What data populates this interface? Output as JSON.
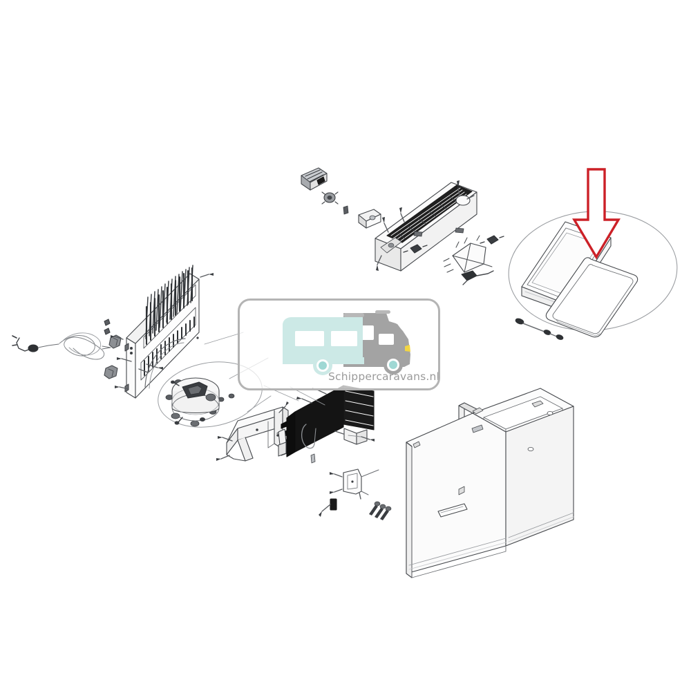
{
  "document": {
    "type": "exploded-parts-diagram",
    "subject": "compressor cool box / refrigerator",
    "background_color": "#ffffff",
    "line_color": "#55585c",
    "dark_fill_color": "#1a1a1a",
    "highlight_color": "#cc2027"
  },
  "watermark": {
    "text": "Schippercaravans.nl",
    "text_color": "#9a9a9a",
    "border_color": "#b4b4b4",
    "caravan_color": "#cce9e6",
    "van_color": "#a3a3a3",
    "window_color": "#ffffff",
    "headlight_color": "#f2d544",
    "wheel_hub_color": "#9fd8d4",
    "panel_background": "rgba(255,255,255,0.72)"
  },
  "callouts": [
    {
      "name": "lid-detail-callout",
      "shape": "ellipse",
      "contents": "two rounded rectangular lid panels with hinge pin",
      "arrow": {
        "name": "highlight-arrow",
        "direction": "down",
        "color": "#cc2027",
        "style": "hollow-outline"
      }
    },
    {
      "name": "compressor-detail-callout",
      "shape": "ellipse",
      "contents": "compressor unit on base plate with mounting grommets",
      "arrow": null
    }
  ],
  "parts": [
    {
      "id": "power-cord",
      "label": "power cord with plug"
    },
    {
      "id": "back-grille-panel",
      "label": "ventilation grille back panel"
    },
    {
      "id": "grille-clip",
      "label": "grille mounting clip"
    },
    {
      "id": "compressor",
      "label": "compressor"
    },
    {
      "id": "compressor-base-plate",
      "label": "compressor base plate"
    },
    {
      "id": "mounting-bracket-frame",
      "label": "mounting bracket frame"
    },
    {
      "id": "evaporator-block",
      "label": "finned evaporator block"
    },
    {
      "id": "condenser-module",
      "label": "finned condenser module"
    },
    {
      "id": "wire-harness",
      "label": "wiring harness / thermostat"
    },
    {
      "id": "small-bracket",
      "label": "small mounting bracket"
    },
    {
      "id": "screw-set",
      "label": "screws"
    },
    {
      "id": "cabinet-box",
      "label": "cabinet box with handle"
    },
    {
      "id": "lid-panel-upper",
      "label": "upper lid panel"
    },
    {
      "id": "lid-frame-lower",
      "label": "lower lid frame / gasket"
    },
    {
      "id": "hinge-pin",
      "label": "hinge pin"
    }
  ]
}
